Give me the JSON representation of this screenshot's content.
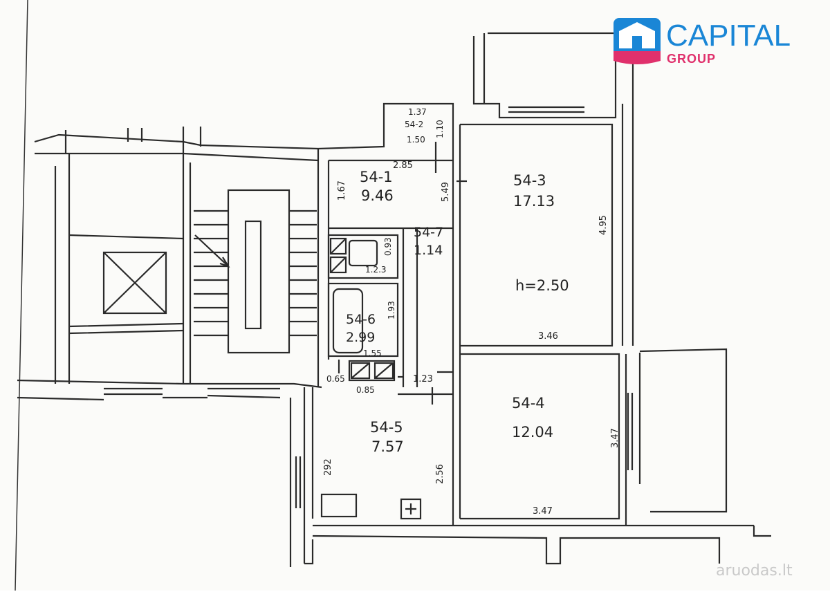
{
  "logo": {
    "word": "CAPITAL",
    "sub": "GROUP",
    "brand_blue": "#1a86d6",
    "brand_pink": "#e0306c"
  },
  "watermark": "aruodas.lt",
  "rooms": {
    "r1": {
      "id": "54-1",
      "area": "9.46"
    },
    "r2": {
      "id": "54-2"
    },
    "r3": {
      "id": "54-3",
      "area": "17.13",
      "height": "h=2.50"
    },
    "r4": {
      "id": "54-4",
      "area": "12.04"
    },
    "r5": {
      "id": "54-5",
      "area": "7.57"
    },
    "r6": {
      "id": "54-6",
      "area": "2.99"
    },
    "r7": {
      "id": "54-7",
      "area": "1.14"
    }
  },
  "dims": {
    "r2_top": "1.37",
    "r2_bottom": "1.50",
    "r2_side": "1.10",
    "r1_top": "2.85",
    "r1_left": "1.67",
    "r1_right": "5.49",
    "r3_right": "4.95",
    "r3_bottom": "3.46",
    "r7_w": "1.2.3",
    "r7_h": "0.93",
    "r6_h": "1.93",
    "r6_bottom": "1.55",
    "small_left": "0.65",
    "small_bottom": "0.85",
    "r5_top_right": "1.23",
    "r5_left": "292",
    "r5_right": "2.56",
    "r4_right": "3.47",
    "r4_bottom": "3.47"
  }
}
